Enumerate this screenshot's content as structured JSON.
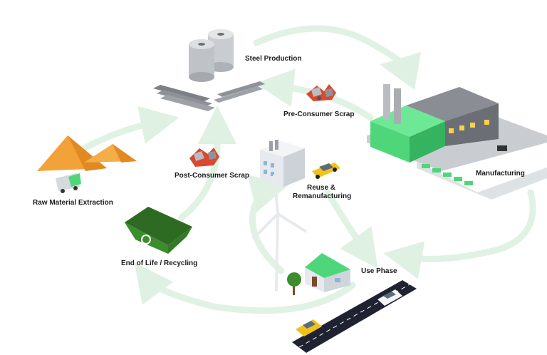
{
  "labels": {
    "steel_production": "Steel Production",
    "pre_consumer_scrap": "Pre-Consumer Scrap",
    "manufacturing": "Manufacturing",
    "post_consumer_scrap": "Post-Consumer Scrap",
    "reuse_line1": "Reuse &",
    "reuse_line2": "Remanufacturing",
    "raw_material": "Raw Material Extraction",
    "end_of_life": "End of Life / Recycling",
    "use_phase": "Use Phase"
  },
  "colors": {
    "arrow": "#e0f2e3",
    "factory_green": "#4fd67a",
    "sand": "#f3a23a",
    "skip_green": "#3d8c2e",
    "road": "#1f2230",
    "car_yellow": "#f2c21b"
  }
}
